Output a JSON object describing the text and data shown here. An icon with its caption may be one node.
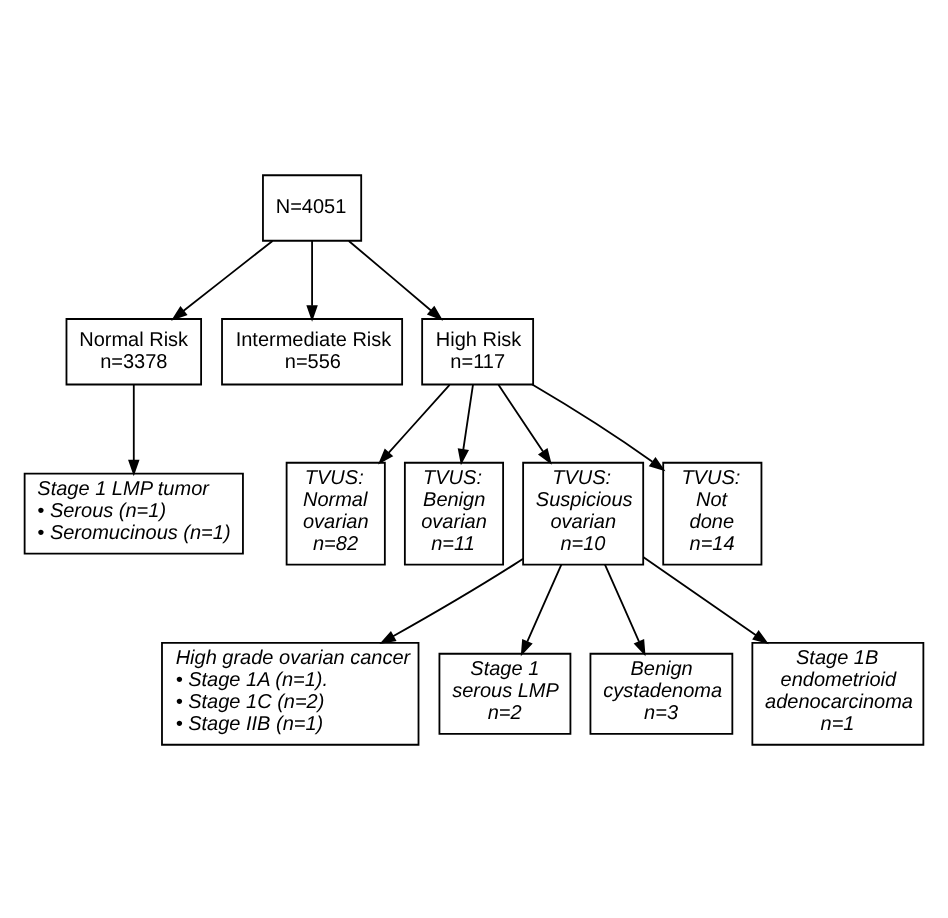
{
  "diagram": {
    "nodes": [
      {
        "text": [
          "N=4051"
        ]
      },
      {
        "text": [
          "Normal Risk",
          "n=3378"
        ]
      },
      {
        "text": [
          "Intermediate Risk",
          "n=556"
        ]
      },
      {
        "text": [
          "High Risk",
          "n=117"
        ]
      },
      {
        "text": [
          "Stage 1 LMP tumor",
          "• Serous (n=1)",
          "• Seromucinous (n=1)"
        ]
      },
      {
        "text": [
          "TVUS:",
          "Normal ovarian",
          "n=82"
        ]
      },
      {
        "text": [
          "TVUS:",
          "Benign ovarian",
          "n=11"
        ]
      },
      {
        "text": [
          "TVUS:",
          "Suspicious ovarian",
          "n=10"
        ]
      },
      {
        "text": [
          "TVUS:",
          "Not done",
          "n=14"
        ]
      },
      {
        "text": [
          "High grade ovarian cancer",
          "• Stage 1A (n=1).",
          "• Stage 1C (n=2)",
          "• Stage IIB (n=1)"
        ]
      },
      {
        "text": [
          "Stage 1 serous LMP",
          "n=2"
        ]
      },
      {
        "text": [
          "Benign cystadenoma",
          "n=3"
        ]
      },
      {
        "text": [
          "Stage 1B endometrioid adenocarcinoma",
          "n=1"
        ]
      }
    ],
    "edges": [
      {
        "from": 0,
        "to": 1,
        "arrow": "to"
      },
      {
        "from": 0,
        "to": 2,
        "arrow": "to"
      },
      {
        "from": 0,
        "to": 3,
        "arrow": "to"
      },
      {
        "from": 1,
        "to": 4,
        "arrow": "to"
      },
      {
        "from": 3,
        "to": 5,
        "arrow": "to"
      },
      {
        "from": 3,
        "to": 6,
        "arrow": "to"
      },
      {
        "from": 3,
        "to": 7,
        "arrow": "to"
      },
      {
        "from": 3,
        "to": 8,
        "arrow": "to"
      },
      {
        "from": 7,
        "to": 9,
        "arrow": "to"
      },
      {
        "from": 7,
        "to": 10,
        "arrow": "to"
      },
      {
        "from": 7,
        "to": 11,
        "arrow": "to"
      },
      {
        "from": 7,
        "to": 12,
        "arrow": "to"
      }
    ]
  }
}
